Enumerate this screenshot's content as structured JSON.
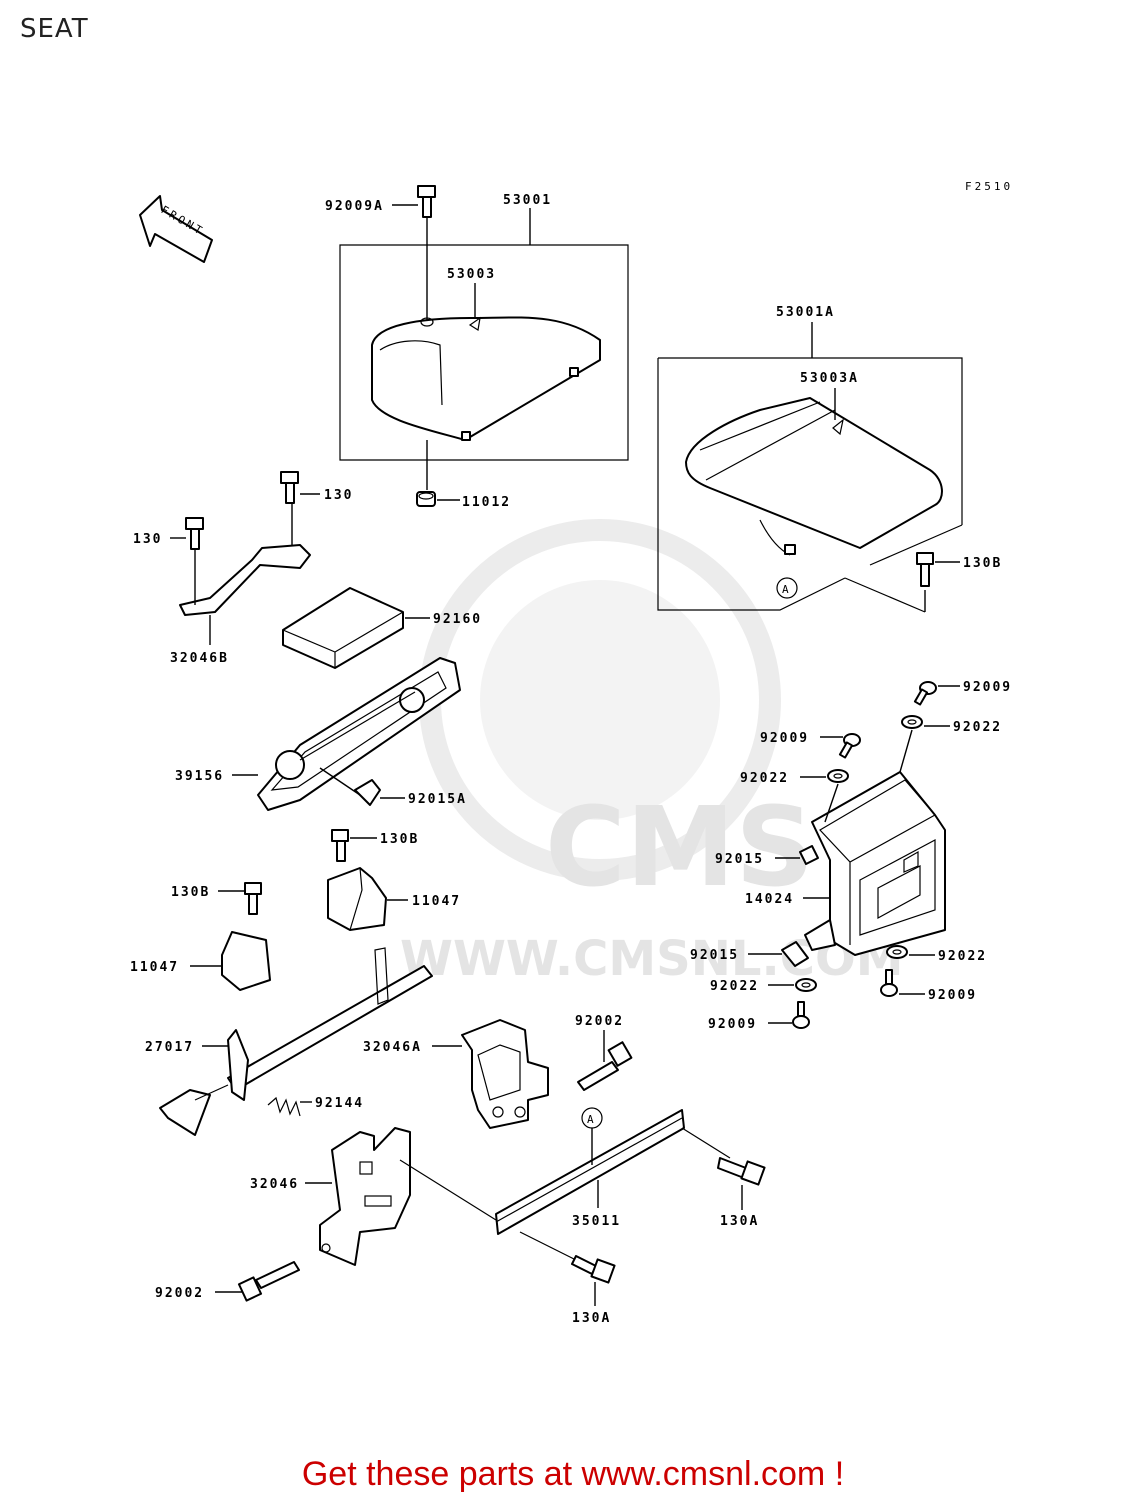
{
  "page": {
    "title": "SEAT"
  },
  "figure": {
    "code": "F2510",
    "front_label": "FRONT"
  },
  "watermark": {
    "brand": "CMS",
    "site": "WWW.CMSNL.COM"
  },
  "labels": {
    "p92009A": "92009A",
    "p53001": "53001",
    "p53003": "53003",
    "p53001A": "53001A",
    "p53003A": "53003A",
    "p11012": "11012",
    "p130a": "130",
    "p130b": "130",
    "p32046B": "32046B",
    "p92160": "92160",
    "p130B_r": "130B",
    "p92009_a": "92009",
    "p92022_a": "92022",
    "p92009_b": "92009",
    "p92022_b": "92022",
    "p39156": "39156",
    "p92015A": "92015A",
    "p130B_m": "130B",
    "p92015_a": "92015",
    "p11047_a": "11047",
    "p130B_l": "130B",
    "p14024": "14024",
    "p11047_b": "11047",
    "p92015_b": "92015",
    "p92022_c": "92022",
    "p92022_d": "92022",
    "p92009_c": "92009",
    "p92009_d": "92009",
    "p92002_a": "92002",
    "p27017": "27017",
    "p32046A": "32046A",
    "p92144": "92144",
    "p32046": "32046",
    "p35011": "35011",
    "p130A_a": "130A",
    "p92002_b": "92002",
    "p130A_b": "130A",
    "markA_1": "A",
    "markA_2": "A"
  },
  "footer": {
    "text": "Get these parts at www.cmsnl.com !"
  }
}
